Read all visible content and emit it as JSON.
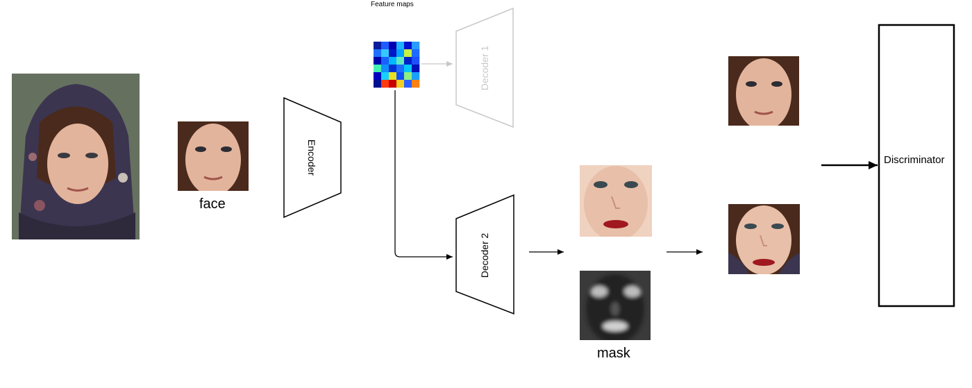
{
  "labels": {
    "face": "face",
    "feature_maps": "Feature maps",
    "encoder": "Encoder",
    "decoder1": "Decoder 1",
    "decoder2": "Decoder 2",
    "mask": "mask",
    "discriminator": "Discriminator"
  },
  "colors": {
    "line": "#000000",
    "faded": "#c8c8c8",
    "skin": "#e3b49c",
    "hair": "#4a2a1c",
    "scarf": "#3b3550"
  },
  "feature_map_grid": [
    [
      "#0a1c9c",
      "#1f5cff",
      "#0000b0",
      "#1fb0ff",
      "#0010d0",
      "#2a9cff"
    ],
    [
      "#1f70ff",
      "#35c8ff",
      "#0018c4",
      "#00a0ff",
      "#c8f040",
      "#1f6aff"
    ],
    [
      "#0000a8",
      "#1a60ff",
      "#00b8ff",
      "#60e8c0",
      "#0020c8",
      "#1e50ff"
    ],
    [
      "#46f0b0",
      "#1090ff",
      "#0030d0",
      "#1c70ff",
      "#00c8ff",
      "#0010b8"
    ],
    [
      "#0000c0",
      "#18d0ff",
      "#e8e020",
      "#1050ff",
      "#90f080",
      "#1aa0ff"
    ],
    [
      "#001090",
      "#ff3a10",
      "#c80000",
      "#f0d020",
      "#2a60ff",
      "#ff8010"
    ]
  ]
}
